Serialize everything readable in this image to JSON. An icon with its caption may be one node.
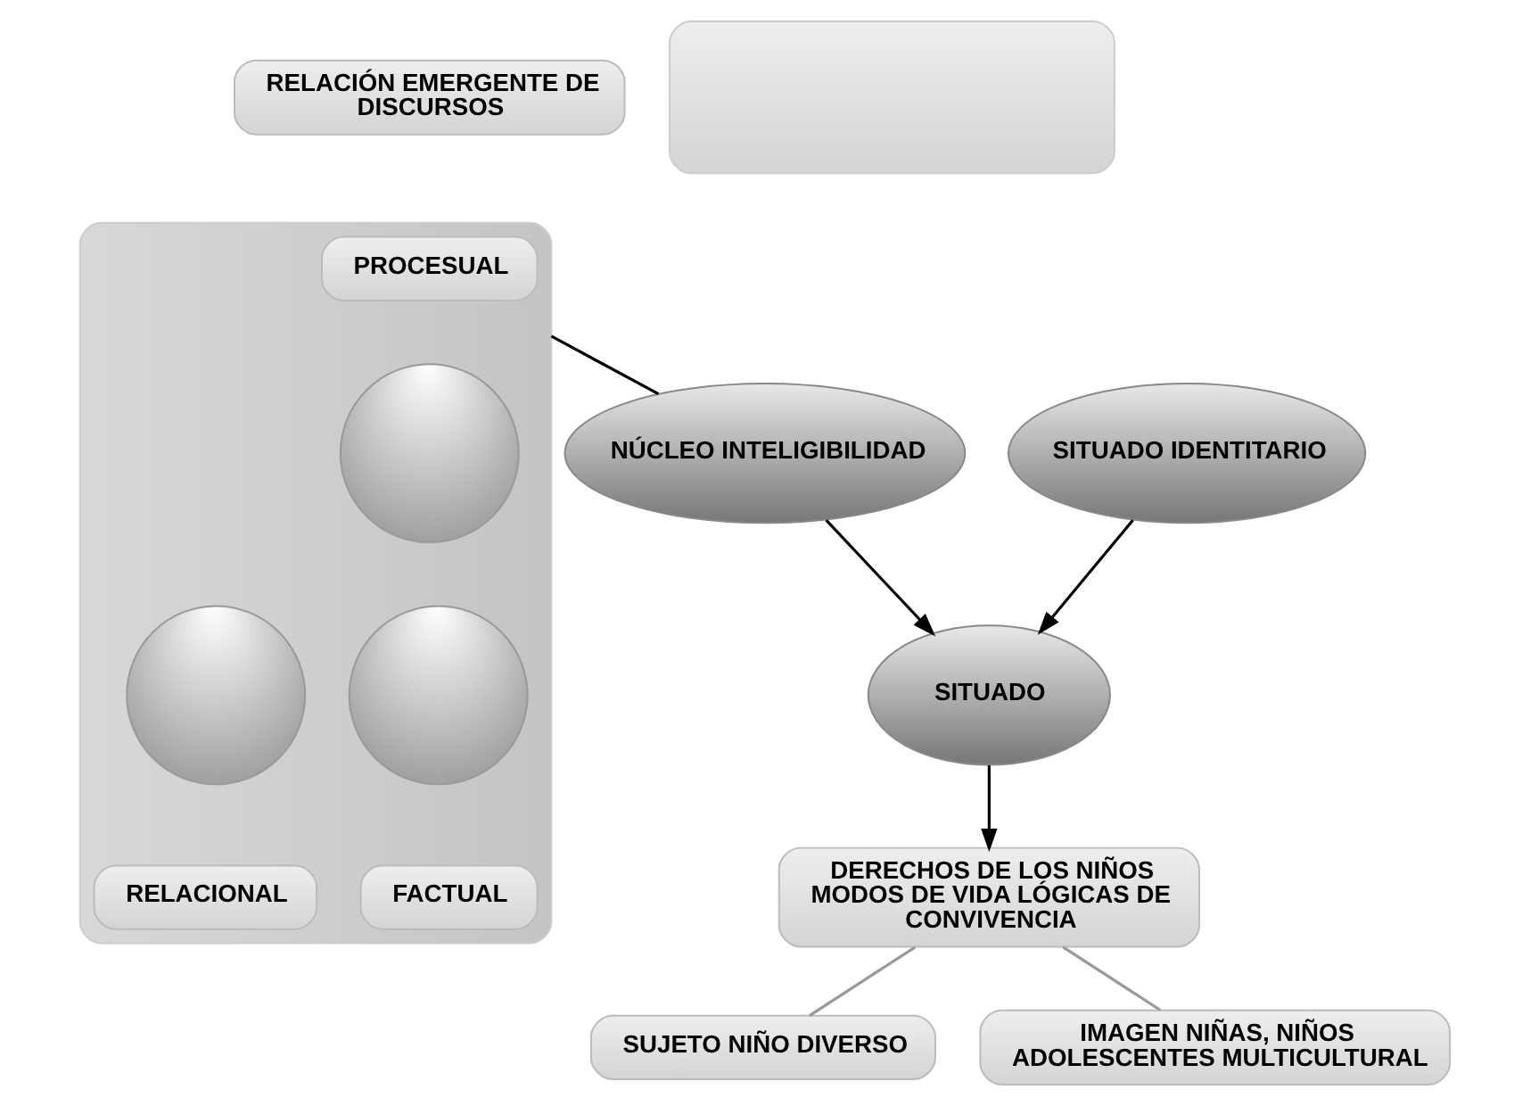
{
  "diagram": {
    "nodes": [
      {
        "text": [
          "RELACIÓN EMERGENTE DE DISCURSOS"
        ]
      },
      {
        "text": [],
        "shape": "box"
      },
      {
        "text": [
          "PROCESUAL"
        ],
        "in": 1
      },
      {
        "text": [],
        "shape": "circle",
        "in": 1
      },
      {
        "text": [],
        "shape": "circle",
        "in": 1
      },
      {
        "text": [],
        "shape": "circle",
        "in": 1
      },
      {
        "text": [
          "RELACIONAL"
        ],
        "in": 1
      },
      {
        "text": [
          "FACTUAL"
        ],
        "in": 1
      },
      {
        "text": [
          "NÚCLEO INTELIGIBILIDAD"
        ]
      },
      {
        "text": [
          "SITUADO"
        ]
      },
      {
        "text": [
          "SITUADO IDENTITARIO"
        ]
      },
      {
        "text": [],
        "shape": "box"
      },
      {
        "text": [
          "DERECHOS DE LOS NIÑOS MODOS DE VIDA LÓGICAS DE CONVIVENCIA"
        ]
      },
      {
        "text": [
          "SUJETO NIÑO DIVERSO"
        ]
      },
      {
        "text": [
          "IMAGEN NIÑAS, NIÑOS ADOLESCENTES MULTICULTURAL"
        ]
      }
    ],
    "edges": [
      {
        "from": 1,
        "to": 8,
        "arrow": "none"
      },
      {
        "from": 8,
        "to": 9,
        "arrow": "to"
      },
      {
        "from": 10,
        "to": 9,
        "arrow": "to"
      },
      {
        "from": 9,
        "to": 12,
        "arrow": "to"
      },
      {
        "from": 12,
        "to": 13,
        "arrow": "none",
        "color": "#999999"
      },
      {
        "from": 12,
        "to": 14,
        "arrow": "none",
        "color": "#999999"
      }
    ]
  }
}
